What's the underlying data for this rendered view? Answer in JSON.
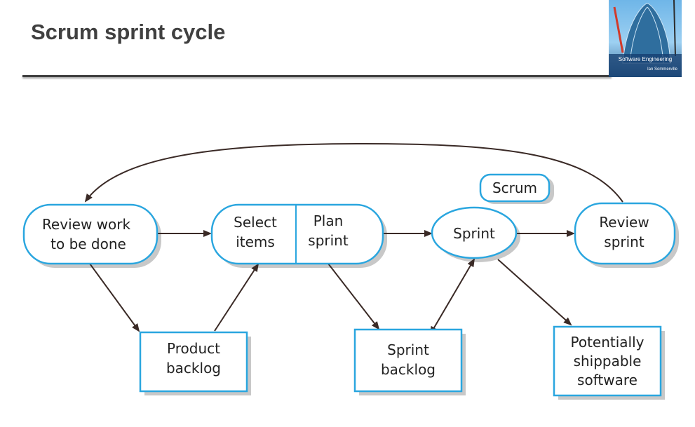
{
  "slide": {
    "title": "Scrum sprint cycle"
  },
  "book": {
    "title": "Software Engineering",
    "author": "Ian Sommerville"
  },
  "diagram": {
    "review_work": [
      "Review work",
      "to be done"
    ],
    "select_items": [
      "Select",
      "items"
    ],
    "plan_sprint": [
      "Plan",
      "sprint"
    ],
    "sprint": "Sprint",
    "review_sprint": [
      "Review",
      "sprint"
    ],
    "scrum_label": "Scrum",
    "product_backlog": [
      "Product",
      "backlog"
    ],
    "sprint_backlog": [
      "Sprint",
      "backlog"
    ],
    "shippable": [
      "Potentially",
      "shippable",
      "software"
    ]
  },
  "colors": {
    "node_border": "#2aa6df",
    "node_fill": "#ffffff",
    "shadow": "#c8c8c8",
    "arrow": "#3a2a26",
    "title_text": "#404040"
  }
}
